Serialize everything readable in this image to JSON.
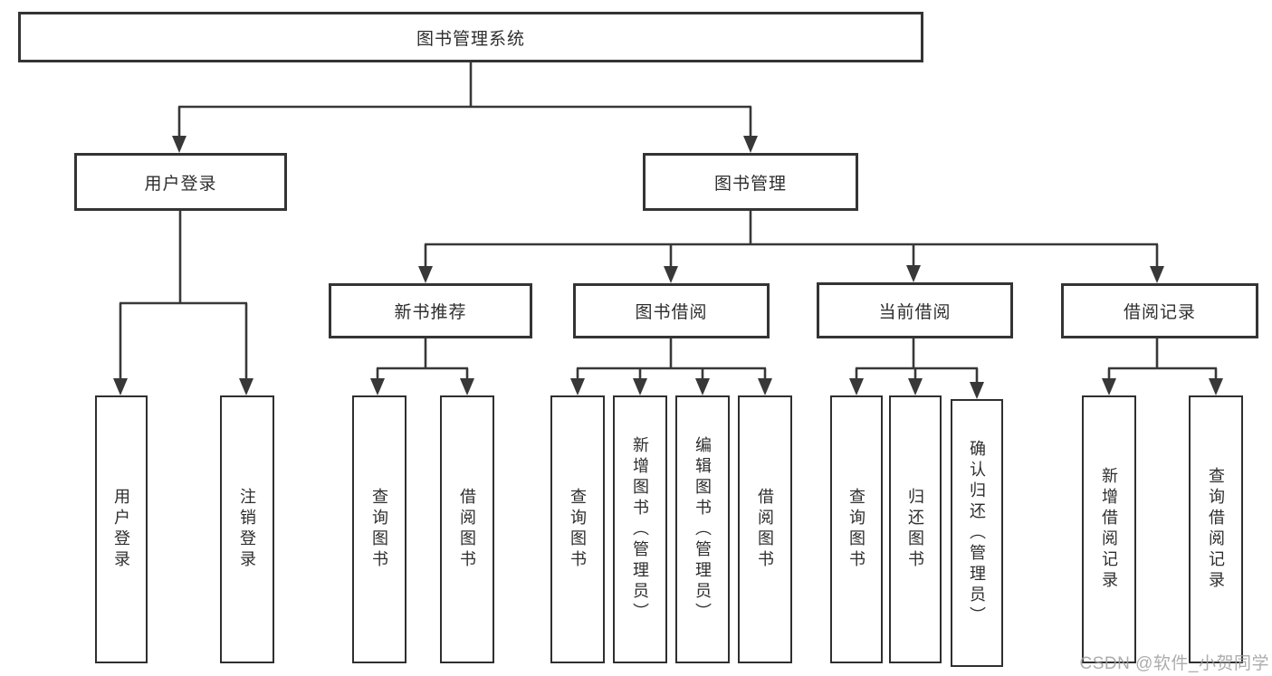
{
  "diagram": {
    "root": {
      "label": "图书管理系统",
      "children": [
        {
          "label": "用户登录",
          "children": [
            {
              "label": "用户登录"
            },
            {
              "label": "注销登录"
            }
          ]
        },
        {
          "label": "图书管理",
          "children": [
            {
              "label": "新书推荐",
              "children": [
                {
                  "label": "查询图书"
                },
                {
                  "label": "借阅图书"
                }
              ]
            },
            {
              "label": "图书借阅",
              "children": [
                {
                  "label": "查询图书"
                },
                {
                  "label": "新增图书（管理员）"
                },
                {
                  "label": "编辑图书（管理员）"
                },
                {
                  "label": "借阅图书"
                }
              ]
            },
            {
              "label": "当前借阅",
              "children": [
                {
                  "label": "查询图书"
                },
                {
                  "label": "归还图书"
                },
                {
                  "label": "确认归还（管理员）"
                }
              ]
            },
            {
              "label": "借阅记录",
              "children": [
                {
                  "label": "新增借阅记录"
                },
                {
                  "label": "查询借阅记录"
                }
              ]
            }
          ]
        }
      ]
    },
    "colors": {
      "line": "#383838",
      "box_border": "#343434",
      "text": "#2e2e2e",
      "background": "#ffffff",
      "watermark": "#9e9e9e"
    }
  },
  "watermark": {
    "text": "CSDN @软件_小贺同学"
  }
}
